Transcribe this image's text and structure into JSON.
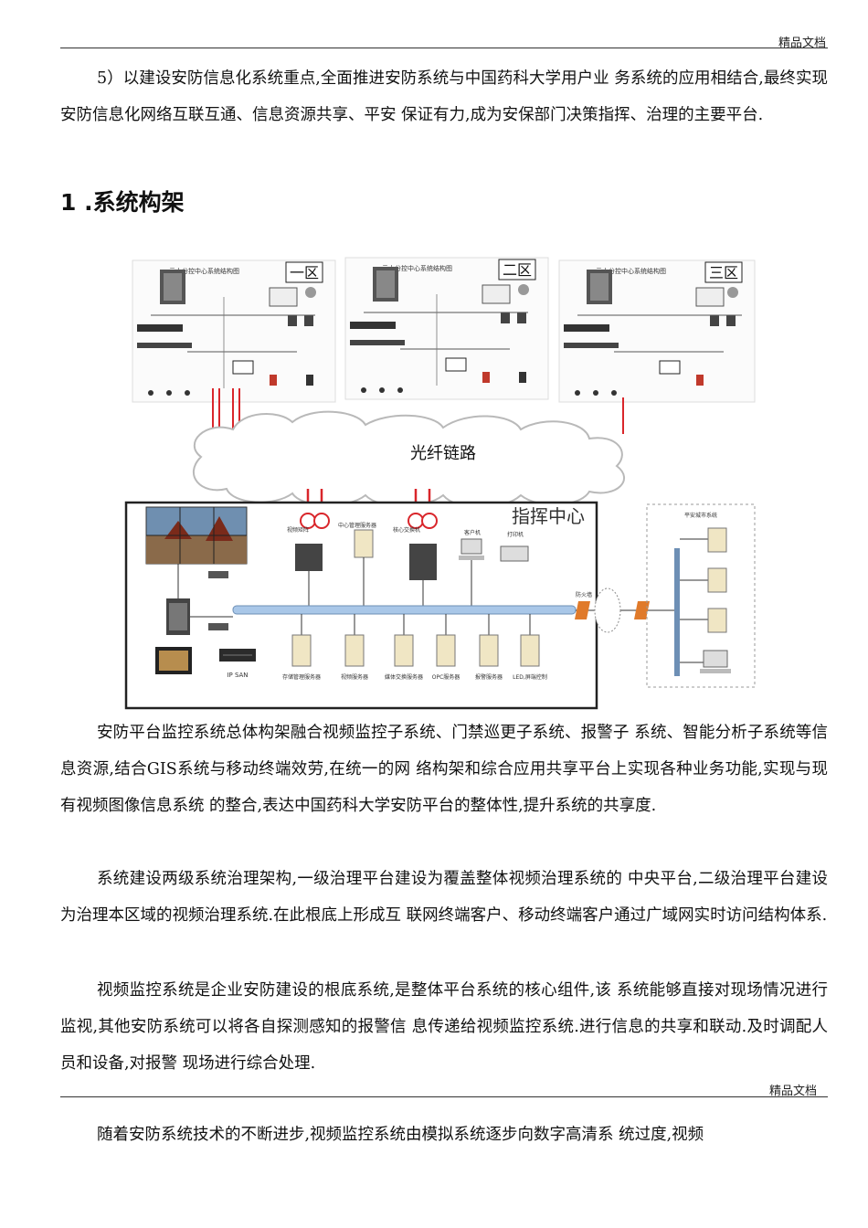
{
  "header": {
    "label": "精品文档"
  },
  "paragraphs": {
    "p1": "5）以建设安防信息化系统重点,全面推进安防系统与中国药科大学用户业 务系统的应用相结合,最终实现安防信息化网络互联互通、信息资源共享、平安 保证有力,成为安保部门决策指挥、治理的主要平台.",
    "p2": "安防平台监控系统总体构架融合视频监控子系统、门禁巡更子系统、报警子 系统、智能分析子系统等信息资源,结合GIS系统与移动终端效劳,在统一的网 络构架和综合应用共享平台上实现各种业务功能,实现与现有视频图像信息系统 的整合,表达中国药科大学安防平台的整体性,提升系统的共享度.",
    "p3": "系统建设两级系统治理架构,一级治理平台建设为覆盖整体视频治理系统的 中央平台,二级治理平台建设为治理本区域的视频治理系统.在此根底上形成互 联网终端客户、移动终端客户通过广域网实时访问结构体系.",
    "p4": "视频监控系统是企业安防建设的根底系统,是整体平台系统的核心组件,该 系统能够直接对现场情况进行监视,其他安防系统可以将各自探测感知的报警信 息传递给视频监控系统.进行信息的共享和联动.及时调配人员和设备,对报警 现场进行综合处理.",
    "p5": "随着安防系统技术的不断进步,视频监控系统由模拟系统逐步向数字高清系 统过度,视频"
  },
  "section": {
    "title": "1 .系统构架"
  },
  "diagram": {
    "zones": [
      {
        "label": "一区",
        "subtitle": "云大分控中心系统结构图"
      },
      {
        "label": "二区",
        "subtitle": "云大分控中心系统结构图"
      },
      {
        "label": "三区",
        "subtitle": "云大分控中心系统结构图"
      }
    ],
    "cloud_label": "光纤链路",
    "command_center_label": "指挥中心",
    "storage_label": "IP SAN",
    "top_labels": [
      "视频矩阵",
      "中心管理服务器",
      "核心交换机",
      "客户机",
      "打印机",
      "防火墙",
      "平安城市系统"
    ],
    "server_labels": [
      "存储管理服务器",
      "视频服务器",
      "媒体交换服务器",
      "OPC服务器",
      "报警服务器",
      "LED,屏端控制"
    ],
    "colors": {
      "fiber": "#d9262b",
      "bus": "#a9c7e8",
      "firewall": "#e07a2a",
      "frame": "#222222"
    }
  },
  "footer": {
    "label": "精品文档"
  }
}
